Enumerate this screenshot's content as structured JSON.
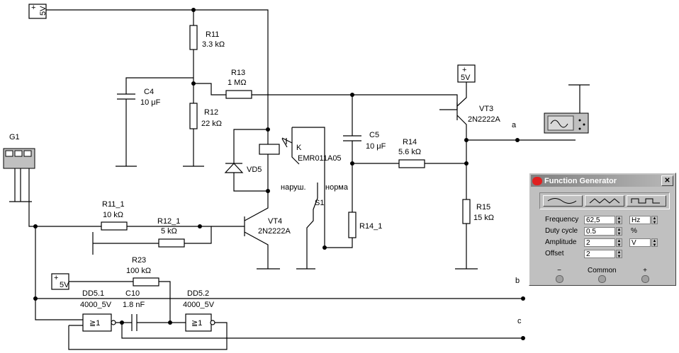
{
  "labels": {
    "v5_top": "5V",
    "r11": "R11",
    "r11_val": "3.3 kΩ",
    "c4": "C4",
    "c4_val": "10 μF",
    "r13": "R13",
    "r13_val": "1 MΩ",
    "r12": "R12",
    "r12_val": "22 kΩ",
    "vd5": "VD5",
    "k": "K",
    "relay": "EMR011A05",
    "c5": "C5",
    "c5_val": "10 μF",
    "r14": "R14",
    "r14_val": "5.6 kΩ",
    "v5_vt3": "5V",
    "vt3": "VT3",
    "vt3_type": "2N2222A",
    "node_a": "a",
    "g1": "G1",
    "narush": "наруш.",
    "norma": "норма",
    "s1": "S1",
    "r11_1": "R11_1",
    "r11_1_val": "10 kΩ",
    "r12_1": "R12_1",
    "r12_1_val": "5 kΩ",
    "vt4": "VT4",
    "vt4_type": "2N2222A",
    "r14_1": "R14_1",
    "r15": "R15",
    "r15_val": "15 kΩ",
    "r23": "R23",
    "r23_val": "100 kΩ",
    "v5_bot": "5V",
    "node_b": "b",
    "dd51": "DD5.1",
    "dd51_type": "4000_5V",
    "c10": "C10",
    "c10_val": "1.8 nF",
    "dd52": "DD5.2",
    "dd52_type": "4000_5V",
    "gate_sym": "≧1",
    "node_c": "c"
  },
  "function_generator": {
    "title": "Function Generator",
    "close": "✕",
    "fields": [
      {
        "label": "Frequency",
        "value": "62,5",
        "unit": "Hz"
      },
      {
        "label": "Duty cycle",
        "value": "0.5",
        "unit": "%"
      },
      {
        "label": "Amplitude",
        "value": "2",
        "unit": "V"
      },
      {
        "label": "Offset",
        "value": "2",
        "unit": ""
      }
    ],
    "terminals": {
      "minus": "−",
      "common": "Common",
      "plus": "+"
    }
  }
}
